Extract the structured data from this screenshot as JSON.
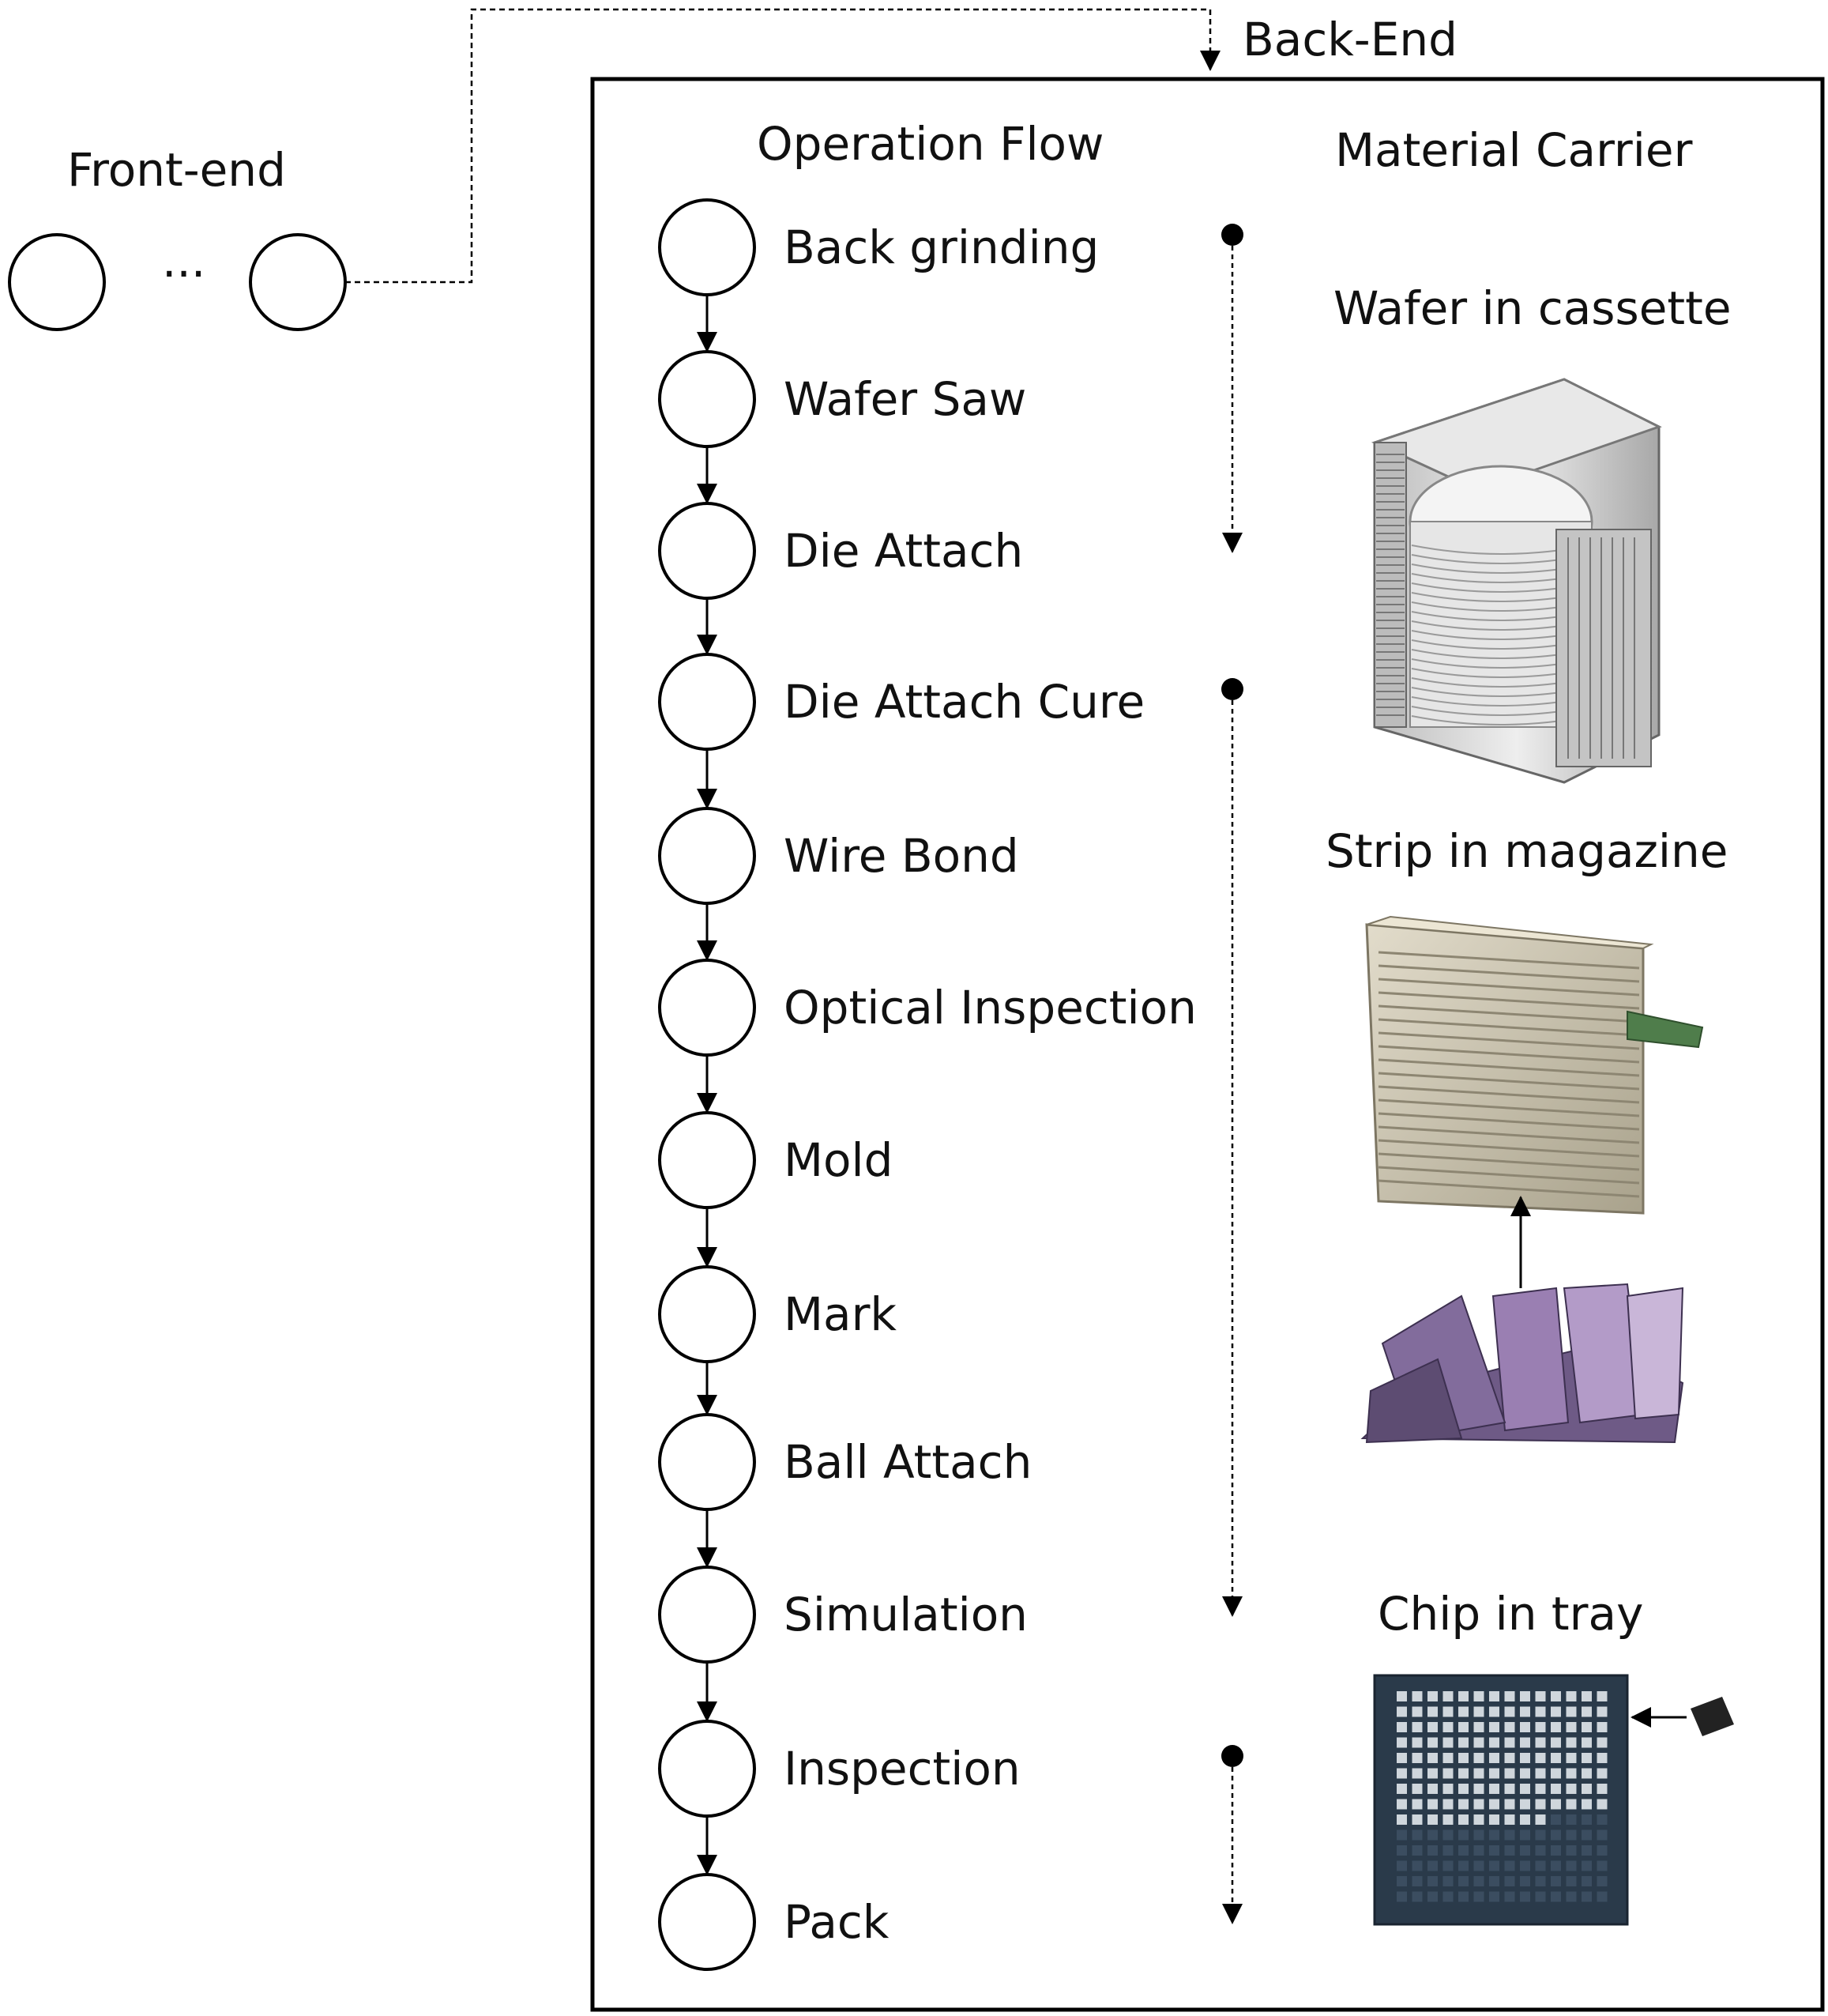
{
  "front_end": {
    "label": "Front-end",
    "ellipsis": "..."
  },
  "back_end": {
    "label": "Back-End",
    "operation_flow_header": "Operation Flow",
    "material_carrier_header": "Material Carrier",
    "steps": [
      "Back grinding",
      "Wafer Saw",
      "Die Attach",
      "Die Attach Cure",
      "Wire Bond",
      "Optical Inspection",
      "Mold",
      "Mark",
      "Ball Attach",
      "Simulation",
      "Inspection",
      "Pack"
    ],
    "carriers": [
      {
        "label": "Wafer in cassette",
        "icon": "wafer-cassette-illustration",
        "from_step": 1,
        "to_step": 3
      },
      {
        "label": "Strip in magazine",
        "icon": "strip-magazine-illustration",
        "from_step": 4,
        "to_step": 10
      },
      {
        "label": "Chip in tray",
        "icon": "chip-tray-illustration",
        "from_step": 11,
        "to_step": 12
      }
    ]
  },
  "colors": {
    "stroke": "#000000",
    "cassette": "#d9d9d9",
    "magazine": "#cfc7b1",
    "strip": "#8a6fa0",
    "tray": "#2a3a4a",
    "tray_pocket": "#cfd6dc"
  }
}
